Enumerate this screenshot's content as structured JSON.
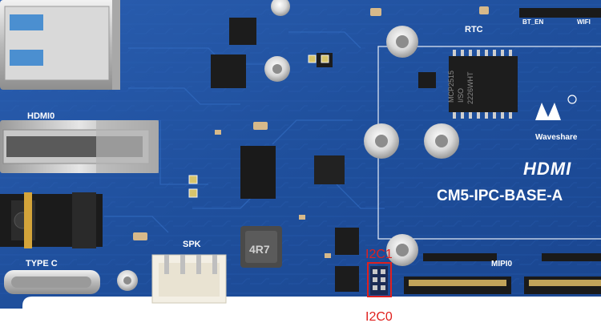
{
  "board": {
    "model": "CM5-IPC-BASE-A",
    "brand": "Waveshare",
    "hdmi_logo": "HDMI"
  },
  "silkscreen": {
    "hdmi0": "HDMI0",
    "type_c": "TYPE C",
    "spk": "SPK",
    "rtc": "RTC",
    "bt_en": "BT_EN",
    "wifi": "WIFI",
    "mipi0": "MIPI0"
  },
  "chips": {
    "mcp2515_line1": "MCP2515",
    "mcp2515_line2": "I/SO",
    "mcp2515_line3": "2226WHT",
    "inductor": "4R7"
  },
  "annotations": {
    "i2c1": "I2C1",
    "i2c0": "I2C0"
  },
  "colors": {
    "pcb": "#1f4f9c",
    "annotation": "#e0201e",
    "silkscreen": "#ffffff"
  }
}
